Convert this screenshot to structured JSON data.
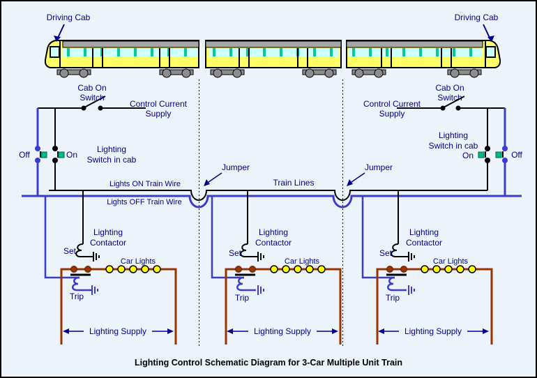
{
  "caption": "Lighting Control Schematic Diagram for 3-Car Multiple Unit Train",
  "colors": {
    "background": "#EDF3FB",
    "label_text": "#00008B",
    "wire_black": "#000000",
    "wire_blue": "#3C3CCC",
    "supply_wire_brown": "#993300",
    "lamp_yellow": "#FFFF00",
    "switch_contact_teal": "#00BB88",
    "car_body_yellow": "#FFFF66",
    "car_roof_gray": "#A6A6A6",
    "car_window_cyan": "#CCFFFF",
    "car_window_divider_teal": "#00CC99",
    "wheel_gray": "#8C8C8C"
  },
  "train": {
    "left_cab_label": "Driving Cab",
    "right_cab_label": "Driving Cab",
    "car_count": 3
  },
  "control": {
    "left": {
      "cab_switch_line1": "Cab On",
      "cab_switch_line2": "Switch",
      "supply_line1": "Control Current",
      "supply_line2": "Supply",
      "lighting_switch_line1": "Lighting",
      "lighting_switch_line2": "Switch in cab",
      "off_label": "Off",
      "on_label": "On"
    },
    "right": {
      "cab_switch_line1": "Cab On",
      "cab_switch_line2": "Switch",
      "supply_line1": "Control Current",
      "supply_line2": "Supply",
      "lighting_switch_line1": "Lighting",
      "lighting_switch_line2": "Switch in cab",
      "off_label": "Off",
      "on_label": "On"
    }
  },
  "train_lines": {
    "title": "Train Lines",
    "on_wire": "Lights ON Train Wire",
    "off_wire": "Lights OFF Train Wire",
    "jumpers": [
      {
        "label": "Jumper"
      },
      {
        "label": "Jumper"
      }
    ]
  },
  "units": [
    {
      "contactor_line1": "Lighting",
      "contactor_line2": "Contactor",
      "set_label": "Set",
      "trip_label": "Trip",
      "car_lights_label": "Car Lights",
      "supply_label": "Lighting Supply",
      "lamp_count": 5
    },
    {
      "contactor_line1": "Lighting",
      "contactor_line2": "Contactor",
      "set_label": "Set",
      "trip_label": "Trip",
      "car_lights_label": "Car Lights",
      "supply_label": "Lighting Supply",
      "lamp_count": 5
    },
    {
      "contactor_line1": "Lighting",
      "contactor_line2": "Contactor",
      "set_label": "Set",
      "trip_label": "Trip",
      "car_lights_label": "Car Lights",
      "supply_label": "Lighting Supply",
      "lamp_count": 5
    }
  ]
}
